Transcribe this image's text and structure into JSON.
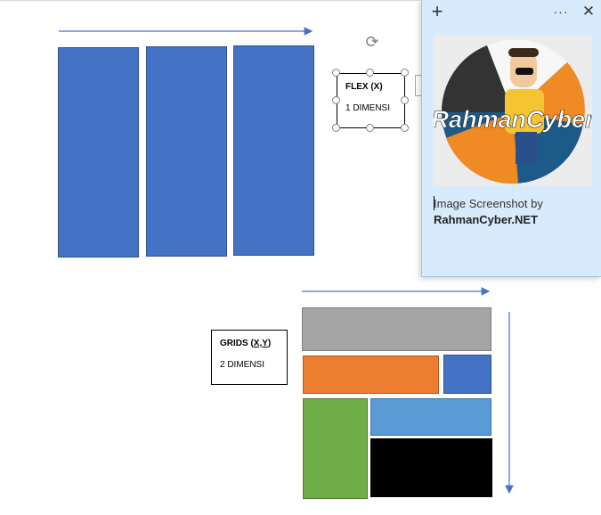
{
  "flex_label": {
    "title": "FLEX (X)",
    "subtitle": "1 DIMENSI"
  },
  "grid_label": {
    "title_prefix": "GRIDS (",
    "title_axes": "X,Y",
    "title_suffix": ")",
    "subtitle": "2 DIMENSI"
  },
  "note": {
    "add_icon": "plus-icon",
    "more_icon": "more-icon",
    "close_icon": "close-icon",
    "logo_text": "RahmanCyber",
    "text_line1": "Image Screenshot by",
    "text_line2": "RahmanCyber.NET"
  },
  "colors": {
    "blue": "#4472c4",
    "gray": "#a5a5a5",
    "orange": "#ed7d31",
    "light_blue": "#5b9bd5",
    "green": "#70ad47",
    "black": "#000000",
    "arrow": "#4472c4",
    "note_bg": "#d8ebfc"
  }
}
